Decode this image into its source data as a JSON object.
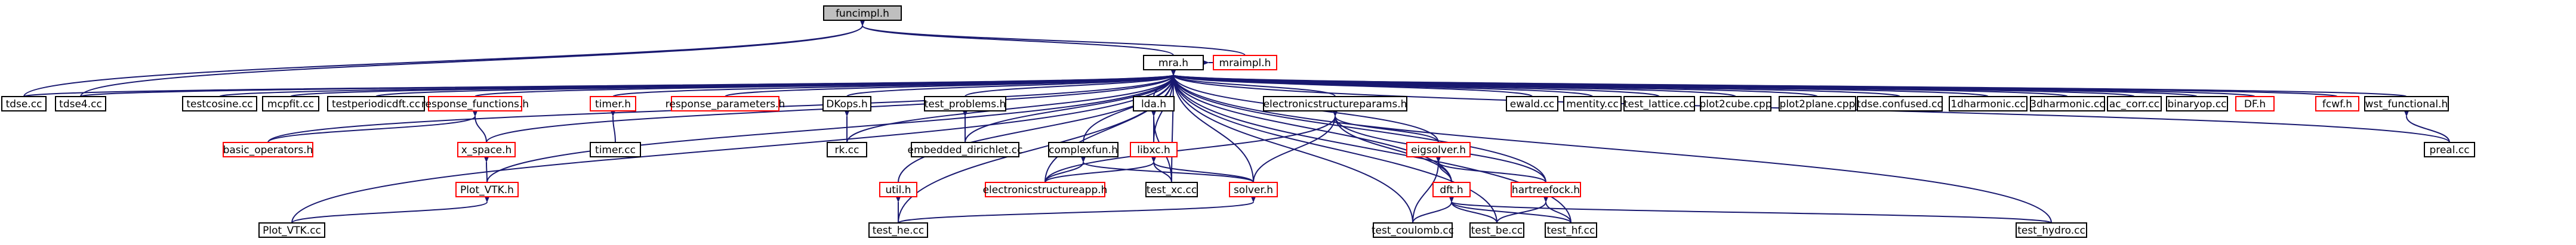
{
  "colors": {
    "edge": "#191970",
    "normal_border": "#000000",
    "incomplete_border": "#ff0000",
    "root_fill": "#bfbfbf",
    "node_fill": "#ffffff",
    "text": "#000000"
  },
  "nodes": {
    "funcimpl_h": {
      "label": "funcimpl.h",
      "status": "root"
    },
    "mra_h": {
      "label": "mra.h",
      "status": "normal"
    },
    "mraimpl_h": {
      "label": "mraimpl.h",
      "status": "incomplete"
    },
    "tdse_cc": {
      "label": "tdse.cc",
      "status": "normal"
    },
    "tdse4_cc": {
      "label": "tdse4.cc",
      "status": "normal"
    },
    "testcosine_cc": {
      "label": "testcosine.cc",
      "status": "normal"
    },
    "mcpfit_cc": {
      "label": "mcpfit.cc",
      "status": "normal"
    },
    "testperiodicdft_cc": {
      "label": "testperiodicdft.cc",
      "status": "normal"
    },
    "response_functions_h": {
      "label": "response_functions.h",
      "status": "incomplete"
    },
    "timer_h": {
      "label": "timer.h",
      "status": "incomplete"
    },
    "response_parameters_h": {
      "label": "response_parameters.h",
      "status": "incomplete"
    },
    "dkops_h": {
      "label": "DKops.h",
      "status": "normal"
    },
    "test_problems_h": {
      "label": "test_problems.h",
      "status": "normal"
    },
    "lda_h": {
      "label": "lda.h",
      "status": "normal"
    },
    "electronicstructureparams_h": {
      "label": "electronicstructureparams.h",
      "status": "normal"
    },
    "ewald_cc": {
      "label": "ewald.cc",
      "status": "normal"
    },
    "mentity_cc": {
      "label": "mentity.cc",
      "status": "normal"
    },
    "test_lattice_cc": {
      "label": "test_lattice.cc",
      "status": "normal"
    },
    "plot2cube_cpp": {
      "label": "plot2cube.cpp",
      "status": "normal"
    },
    "plot2plane_cpp": {
      "label": "plot2plane.cpp",
      "status": "normal"
    },
    "tdse_confused_cc": {
      "label": "tdse.confused.cc",
      "status": "normal"
    },
    "harmonic1d_cc": {
      "label": "1dharmonic.cc",
      "status": "normal"
    },
    "harmonic3d_cc": {
      "label": "3dharmonic.cc",
      "status": "normal"
    },
    "ac_corr_cc": {
      "label": "ac_corr.cc",
      "status": "normal"
    },
    "binaryop_cc": {
      "label": "binaryop.cc",
      "status": "normal"
    },
    "dfr_h": {
      "label": "DF.h",
      "status": "incomplete"
    },
    "fcwf_h": {
      "label": "fcwf.h",
      "status": "incomplete"
    },
    "wst_functional_h": {
      "label": "wst_functional.h",
      "status": "normal"
    },
    "basic_operators_h": {
      "label": "basic_operators.h",
      "status": "incomplete"
    },
    "x_space_h": {
      "label": "x_space.h",
      "status": "incomplete"
    },
    "timer_cc": {
      "label": "timer.cc",
      "status": "normal"
    },
    "rk_cc": {
      "label": "rk.cc",
      "status": "normal"
    },
    "embedded_dirichlet_cc": {
      "label": "embedded_dirichlet.cc",
      "status": "normal"
    },
    "complexfun_h": {
      "label": "complexfun.h",
      "status": "normal"
    },
    "libxc_h": {
      "label": "libxc.h",
      "status": "incomplete"
    },
    "eigsolver_h": {
      "label": "eigsolver.h",
      "status": "incomplete"
    },
    "preal_cc": {
      "label": "preal.cc",
      "status": "normal"
    },
    "plot_vtk_h": {
      "label": "Plot_VTK.h",
      "status": "incomplete"
    },
    "util_h": {
      "label": "util.h",
      "status": "incomplete"
    },
    "electronicstructureapp_h": {
      "label": "electronicstructureapp.h",
      "status": "incomplete"
    },
    "test_xc_cc": {
      "label": "test_xc.cc",
      "status": "normal"
    },
    "solver_h": {
      "label": "solver.h",
      "status": "incomplete"
    },
    "dft_h": {
      "label": "dft.h",
      "status": "incomplete"
    },
    "hartreefock_h": {
      "label": "hartreefock.h",
      "status": "incomplete"
    },
    "plot_vtk_cc": {
      "label": "Plot_VTK.cc",
      "status": "normal"
    },
    "test_he_cc": {
      "label": "test_he.cc",
      "status": "normal"
    },
    "test_coulomb_cc": {
      "label": "test_coulomb.cc",
      "status": "normal"
    },
    "test_be_cc": {
      "label": "test_be.cc",
      "status": "normal"
    },
    "test_hf_cc": {
      "label": "test_hf.cc",
      "status": "normal"
    },
    "test_hydro_cc": {
      "label": "test_hydro.cc",
      "status": "normal"
    }
  },
  "edges": [
    [
      "mra_h",
      "funcimpl_h"
    ],
    [
      "mraimpl_h",
      "funcimpl_h"
    ],
    [
      "tdse_cc",
      "funcimpl_h"
    ],
    [
      "tdse4_cc",
      "funcimpl_h"
    ],
    [
      "mraimpl_h",
      "mra_h"
    ],
    [
      "tdse_cc",
      "mra_h"
    ],
    [
      "tdse4_cc",
      "mra_h"
    ],
    [
      "testcosine_cc",
      "mra_h"
    ],
    [
      "mcpfit_cc",
      "mra_h"
    ],
    [
      "testperiodicdft_cc",
      "mra_h"
    ],
    [
      "response_functions_h",
      "mra_h"
    ],
    [
      "timer_h",
      "mra_h"
    ],
    [
      "response_parameters_h",
      "mra_h"
    ],
    [
      "dkops_h",
      "mra_h"
    ],
    [
      "test_problems_h",
      "mra_h"
    ],
    [
      "lda_h",
      "mra_h"
    ],
    [
      "electronicstructureparams_h",
      "mra_h"
    ],
    [
      "ewald_cc",
      "mra_h"
    ],
    [
      "mentity_cc",
      "mra_h"
    ],
    [
      "test_lattice_cc",
      "mra_h"
    ],
    [
      "plot2cube_cpp",
      "mra_h"
    ],
    [
      "plot2plane_cpp",
      "mra_h"
    ],
    [
      "tdse_confused_cc",
      "mra_h"
    ],
    [
      "harmonic1d_cc",
      "mra_h"
    ],
    [
      "harmonic3d_cc",
      "mra_h"
    ],
    [
      "ac_corr_cc",
      "mra_h"
    ],
    [
      "binaryop_cc",
      "mra_h"
    ],
    [
      "dfr_h",
      "mra_h"
    ],
    [
      "fcwf_h",
      "mra_h"
    ],
    [
      "wst_functional_h",
      "mra_h"
    ],
    [
      "preal_cc",
      "mra_h"
    ],
    [
      "basic_operators_h",
      "mra_h"
    ],
    [
      "x_space_h",
      "mra_h"
    ],
    [
      "rk_cc",
      "mra_h"
    ],
    [
      "embedded_dirichlet_cc",
      "mra_h"
    ],
    [
      "complexfun_h",
      "mra_h"
    ],
    [
      "libxc_h",
      "mra_h"
    ],
    [
      "eigsolver_h",
      "mra_h"
    ],
    [
      "plot_vtk_h",
      "mra_h"
    ],
    [
      "plot_vtk_cc",
      "mra_h"
    ],
    [
      "test_he_cc",
      "mra_h"
    ],
    [
      "util_h",
      "mra_h"
    ],
    [
      "electronicstructureapp_h",
      "mra_h"
    ],
    [
      "solver_h",
      "mra_h"
    ],
    [
      "test_xc_cc",
      "mra_h"
    ],
    [
      "dft_h",
      "mra_h"
    ],
    [
      "hartreefock_h",
      "mra_h"
    ],
    [
      "test_coulomb_cc",
      "mra_h"
    ],
    [
      "test_be_cc",
      "mra_h"
    ],
    [
      "test_hf_cc",
      "mra_h"
    ],
    [
      "test_hydro_cc",
      "mra_h"
    ],
    [
      "basic_operators_h",
      "response_functions_h"
    ],
    [
      "x_space_h",
      "response_functions_h"
    ],
    [
      "timer_cc",
      "timer_h"
    ],
    [
      "rk_cc",
      "dkops_h"
    ],
    [
      "embedded_dirichlet_cc",
      "test_problems_h"
    ],
    [
      "libxc_h",
      "lda_h"
    ],
    [
      "test_xc_cc",
      "lda_h"
    ],
    [
      "electronicstructureapp_h",
      "electronicstructureparams_h"
    ],
    [
      "eigsolver_h",
      "electronicstructureparams_h"
    ],
    [
      "solver_h",
      "electronicstructureparams_h"
    ],
    [
      "dft_h",
      "electronicstructureparams_h"
    ],
    [
      "hartreefock_h",
      "electronicstructureparams_h"
    ],
    [
      "preal_cc",
      "wst_functional_h"
    ],
    [
      "plot_vtk_h",
      "x_space_h"
    ],
    [
      "electronicstructureapp_h",
      "complexfun_h"
    ],
    [
      "solver_h",
      "complexfun_h"
    ],
    [
      "electronicstructureapp_h",
      "libxc_h"
    ],
    [
      "test_xc_cc",
      "libxc_h"
    ],
    [
      "solver_h",
      "libxc_h"
    ],
    [
      "dft_h",
      "eigsolver_h"
    ],
    [
      "hartreefock_h",
      "eigsolver_h"
    ],
    [
      "test_coulomb_cc",
      "eigsolver_h"
    ],
    [
      "plot_vtk_cc",
      "plot_vtk_h"
    ],
    [
      "test_he_cc",
      "util_h"
    ],
    [
      "test_he_cc",
      "solver_h"
    ],
    [
      "test_coulomb_cc",
      "dft_h"
    ],
    [
      "test_be_cc",
      "dft_h"
    ],
    [
      "test_hf_cc",
      "dft_h"
    ],
    [
      "test_hydro_cc",
      "dft_h"
    ],
    [
      "test_be_cc",
      "hartreefock_h"
    ],
    [
      "test_hf_cc",
      "hartreefock_h"
    ]
  ]
}
